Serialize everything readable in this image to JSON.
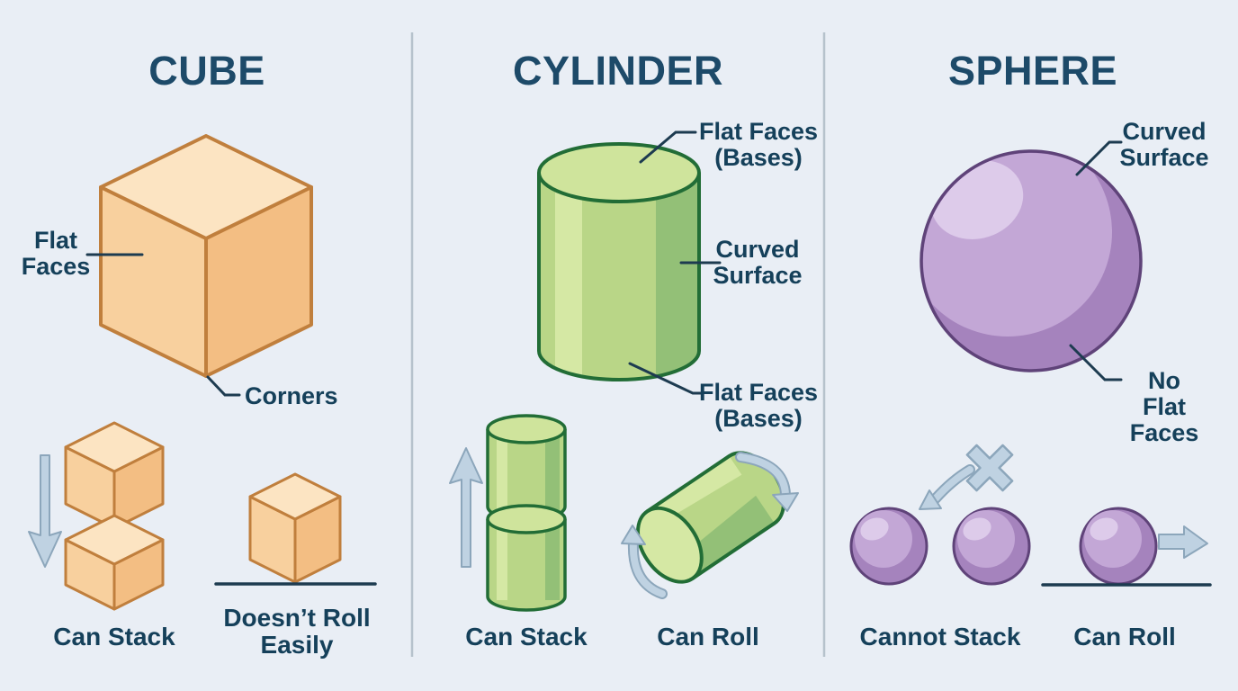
{
  "columns": {
    "cube": {
      "title": "CUBE",
      "label_faces": "Flat\nFaces",
      "label_corners": "Corners",
      "caption_stack": "Can Stack",
      "caption_roll": "Doesn’t Roll\nEasily"
    },
    "cylinder": {
      "title": "CYLINDER",
      "label_top": "Flat Faces\n(Bases)",
      "label_side": "Curved\nSurface",
      "label_bottom": "Flat Faces\n(Bases)",
      "caption_stack": "Can Stack",
      "caption_roll": "Can Roll"
    },
    "sphere": {
      "title": "SPHERE",
      "label_surface": "Curved\nSurface",
      "label_no_flat": "No Flat\nFaces",
      "caption_stack": "Cannot Stack",
      "caption_roll": "Can Roll"
    }
  },
  "colors": {
    "bg": "#e9eef5",
    "title": "#1d4a69",
    "text": "#15405a",
    "pointer": "#1d3b50",
    "divider": "#b6c2cc",
    "cube_outline": "#c07f3d",
    "cube_top": "#fce4c2",
    "cube_left": "#f8d09e",
    "cube_right": "#f3be83",
    "cyl_outline": "#226d36",
    "cyl_body": "#b9d687",
    "cyl_light": "#d5e8a4",
    "cyl_dark": "#93c077",
    "cyl_top": "#cfe49c",
    "sphere_outline": "#5f4379",
    "sphere_base": "#a583bd",
    "sphere_mid": "#c3a7d6",
    "sphere_light": "#ddcbea",
    "arrow_fill": "#bfd2e2",
    "arrow_stroke": "#8ca6bb"
  }
}
